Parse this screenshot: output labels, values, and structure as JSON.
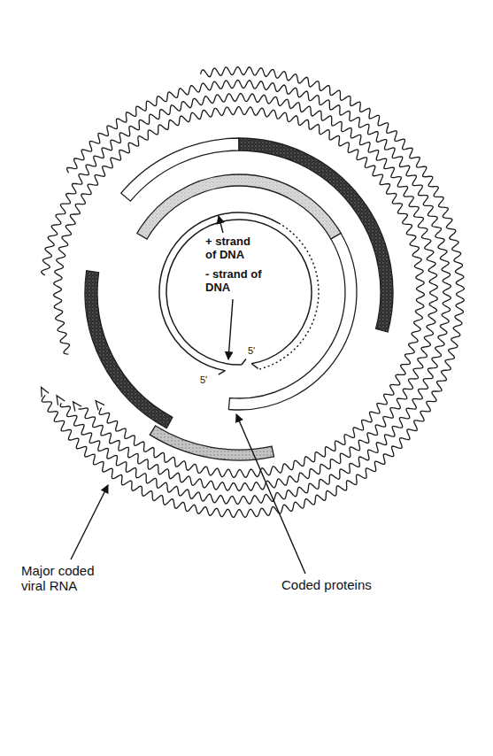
{
  "diagram": {
    "labels": [
      "+ strand of DNA",
      "- strand of DNA",
      "5'",
      "5'",
      "Major coded viral RNA",
      "Coded proteins"
    ]
  }
}
